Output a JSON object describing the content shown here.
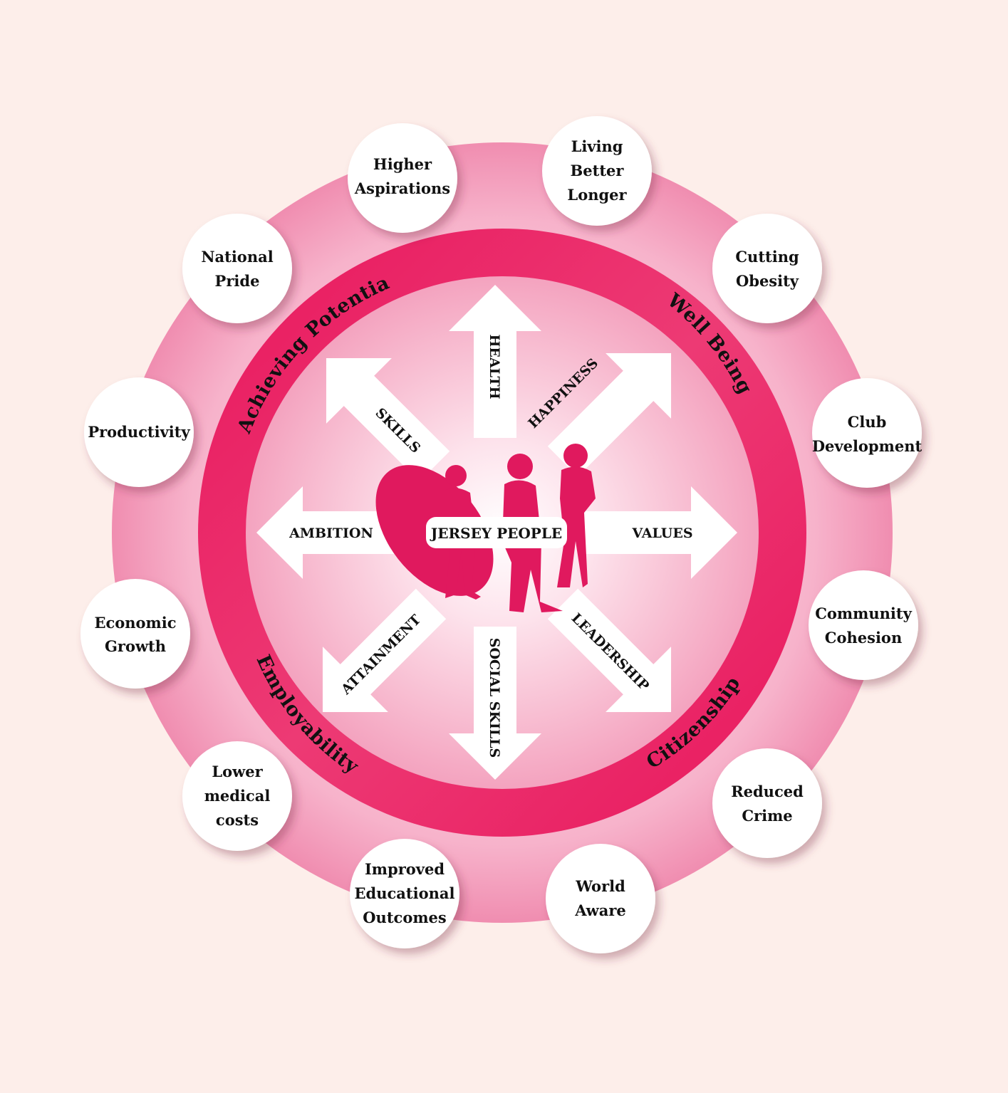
{
  "center": {
    "label": "JERSEY PEOPLE"
  },
  "ring_labels": {
    "achieving_potential": "Achieving Potential",
    "well_being": "Well Being",
    "employability": "Employability",
    "citizenship": "Citizenship"
  },
  "arrows": {
    "health": "HEALTH",
    "happiness": "HAPPINESS",
    "values": "VALUES",
    "leadership": "LEADERSHIP",
    "social_skills": "SOCIAL SKILLS",
    "attainment": "ATTAINMENT",
    "ambition": "AMBITION",
    "skills": "SKILLS"
  },
  "outcomes": {
    "higher_aspirations": [
      "Higher",
      "Aspirations"
    ],
    "living_better_longer": [
      "Living",
      "Better",
      "Longer"
    ],
    "national_pride": [
      "National",
      "Pride"
    ],
    "cutting_obesity": [
      "Cutting",
      "Obesity"
    ],
    "productivity": [
      "Productivity"
    ],
    "club_development": [
      "Club",
      "Development"
    ],
    "economic_growth": [
      "Economic",
      "Growth"
    ],
    "community_cohesion": [
      "Community",
      "Cohesion"
    ],
    "lower_medical_costs": [
      "Lower",
      "medical",
      "costs"
    ],
    "reduced_crime": [
      "Reduced",
      "Crime"
    ],
    "improved_educational_outcomes": [
      "Improved",
      "Educational",
      "Outcomes"
    ],
    "world_aware": [
      "World",
      "Aware"
    ]
  },
  "colors": {
    "background": "#fdeeea",
    "ring_magenta": "#e8175d",
    "outer_pink": "#f5a9c4",
    "bubble": "#ffffff",
    "silhouette": "#e0195e"
  }
}
